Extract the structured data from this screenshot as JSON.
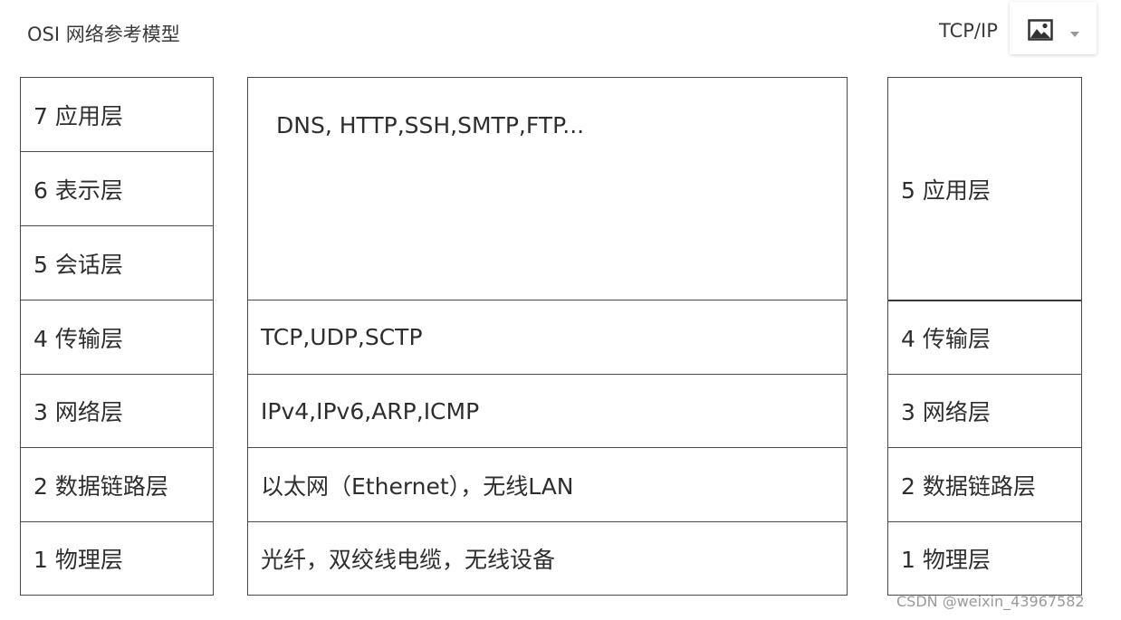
{
  "header": {
    "left_title": "OSI 网络参考模型",
    "right_title": "TCP/IP"
  },
  "image_widget": {
    "icon": "image-icon",
    "caret_icon": "caret-down-icon"
  },
  "osi_layers": [
    "7 应用层",
    "6 表示层",
    "5 会话层",
    "4 传输层",
    "3 网络层",
    "2 数据链路层",
    "1 物理层"
  ],
  "protocols": {
    "application": "DNS, HTTP,SSH,SMTP,FTP...",
    "transport": "TCP,UDP,SCTP",
    "network": "IPv4,IPv6,ARP,ICMP",
    "data_link": "以太网（Ethernet），无线LAN",
    "physical": "光纤，双绞线电缆，无线设备"
  },
  "tcpip_layers": [
    "5 应用层",
    "4 传输层",
    "3 网络层",
    "2 数据链路层",
    "1 物理层"
  ],
  "watermark": "CSDN @weixin_43967582",
  "colors": {
    "border": "#4a4a4a",
    "text": "#2e2e2e",
    "watermark": "#9a9a9a"
  }
}
